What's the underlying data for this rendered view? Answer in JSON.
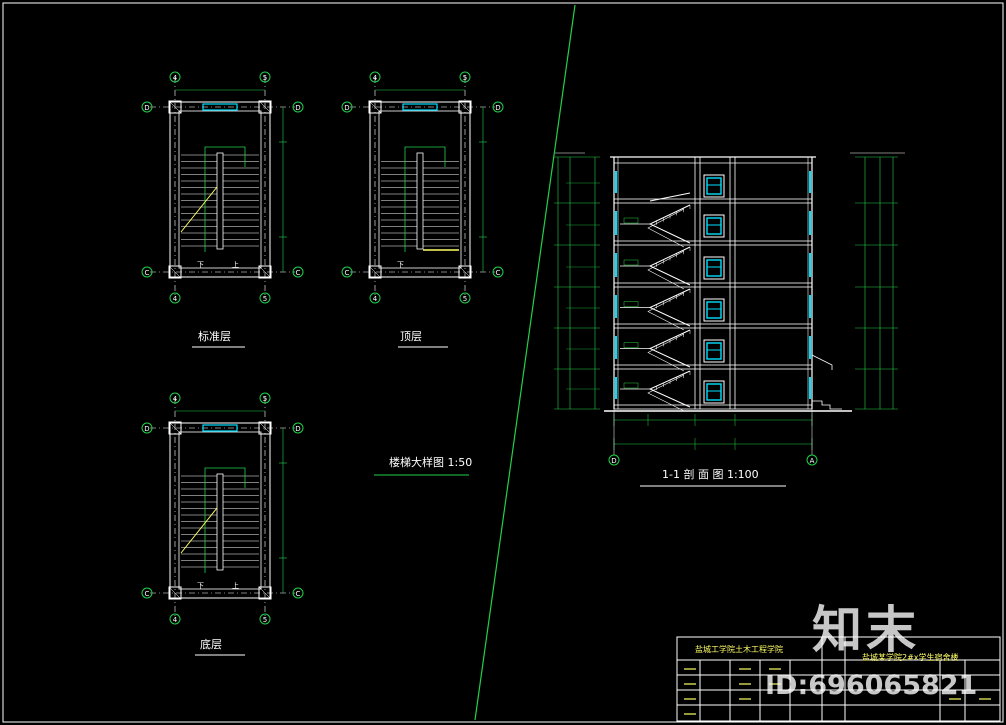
{
  "plans": {
    "standard": {
      "title": "标准层"
    },
    "top": {
      "title": "顶层"
    },
    "ground": {
      "title": "底层"
    },
    "axis_left": "4",
    "axis_right": "5",
    "axis_top": "D",
    "axis_bottom": "C",
    "down_mark": "下",
    "up_mark": "上"
  },
  "stair_detail_title": "楼梯大样图  1:50",
  "section": {
    "title": "1-1 剖 面 图  1:100",
    "axis_left": "D",
    "axis_right": "A"
  },
  "title_block": {
    "school": "盐城工学院土木工程学院",
    "project": "盐城某学院2#x学生宿舍楼"
  },
  "watermark": {
    "brand": "知末",
    "id": "ID:696065821"
  },
  "colors": {
    "background": "#000000",
    "lines": "#ffffff",
    "dims": "#22d04a",
    "windows": "#00e0ff",
    "stair": "#ffff66",
    "divider": "#22d04a"
  }
}
